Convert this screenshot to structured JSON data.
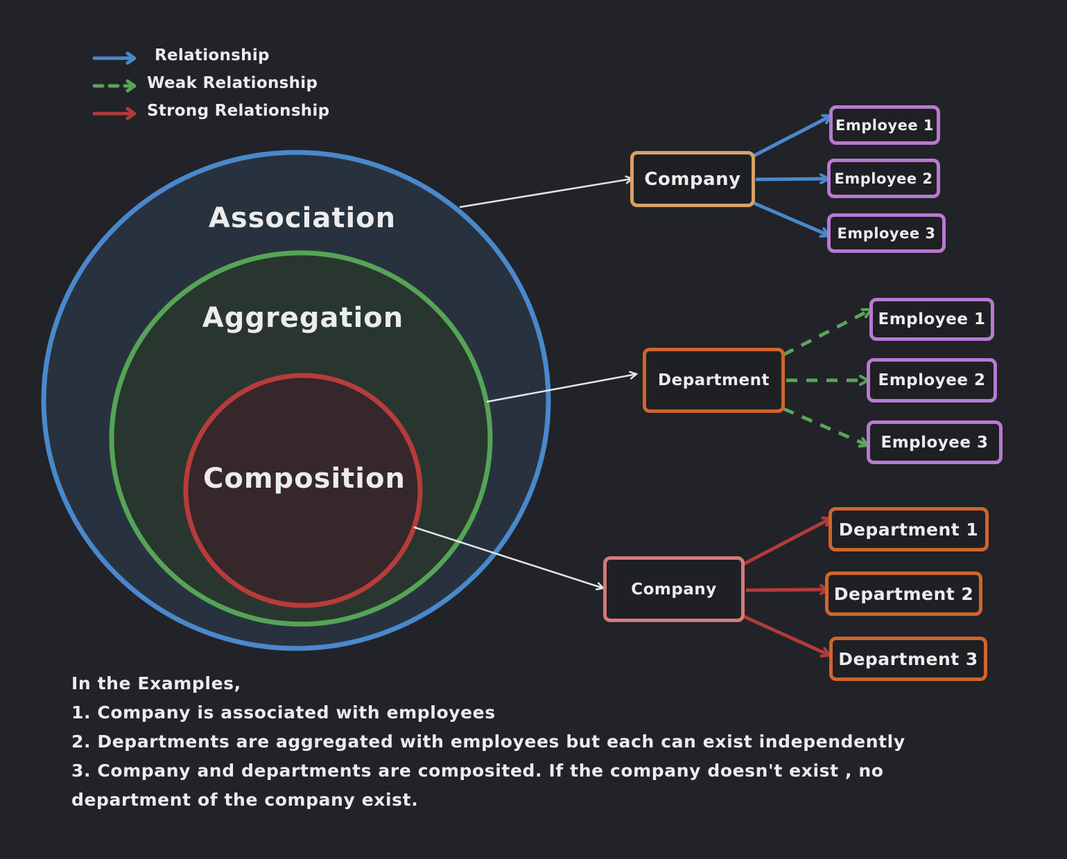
{
  "legend": {
    "items": [
      {
        "label": "Relationship",
        "color": "#4a88cc",
        "style": "solid"
      },
      {
        "label": "Weak Relationship",
        "color": "#5aa55a",
        "style": "dashed"
      },
      {
        "label": "Strong Relationship",
        "color": "#b33a3a",
        "style": "solid"
      }
    ]
  },
  "circles": {
    "association": {
      "label": "Association",
      "stroke": "#4a88cc",
      "fill": "#28323f"
    },
    "aggregation": {
      "label": "Aggregation",
      "stroke": "#56a456",
      "fill": "#29362f"
    },
    "composition": {
      "label": "Composition",
      "stroke": "#b83b3b",
      "fill": "#36272b"
    }
  },
  "association_example": {
    "parent": {
      "label": "Company",
      "border": "#d9a266"
    },
    "children": [
      "Employee 1",
      "Employee 2",
      "Employee 3"
    ],
    "child_border": "#b879d1"
  },
  "aggregation_example": {
    "parent": {
      "label": "Department",
      "border": "#d0652a"
    },
    "children": [
      "Employee 1",
      "Employee 2",
      "Employee 3"
    ],
    "child_border": "#b879d1"
  },
  "composition_example": {
    "parent": {
      "label": "Company",
      "border": "#d67a7a"
    },
    "children": [
      "Department 1",
      "Department 2",
      "Department 3"
    ],
    "child_border": "#d0652a"
  },
  "notes": {
    "heading": "In the Examples,",
    "line1": "1. Company is associated with employees",
    "line2": "2. Departments are aggregated with employees but each can exist independently",
    "line3": "3. Company and departments are composited. If the company doesn't exist , no",
    "line4": "department of the company exist."
  }
}
